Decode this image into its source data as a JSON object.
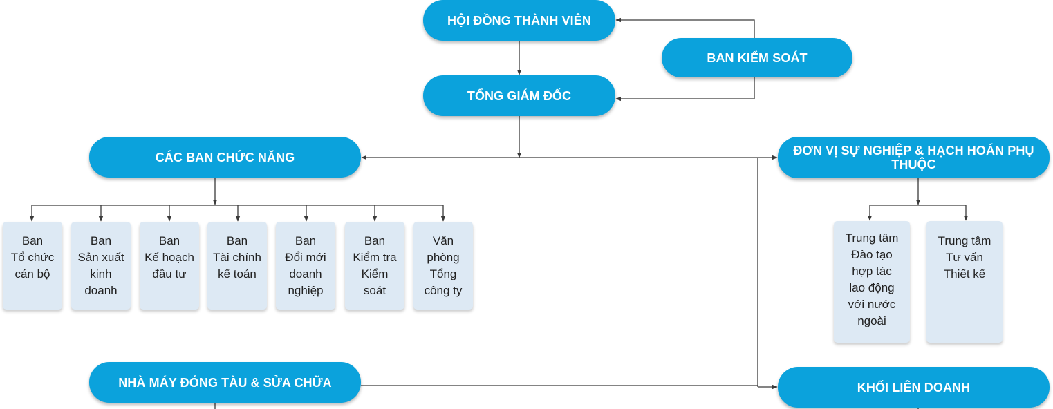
{
  "colors": {
    "pill_fill": "#0ba2dc",
    "pill_text": "#ffffff",
    "card_fill": "#dde9f4",
    "card_text": "#222222",
    "connector": "#3a3a3a"
  },
  "nodes": {
    "members_council": "HỘI ĐỒNG THÀNH VIÊN",
    "supervisory_board": "BAN KIỂM SOÁT",
    "general_director": "TỔNG GIÁM ĐỐC",
    "functional_departments": "CÁC BAN CHỨC NĂNG",
    "dependent_units": "ĐƠN VỊ SỰ NGHIỆP & HẠCH HOÁN PHỤ THUỘC",
    "shipyard": "NHÀ MÁY ĐÓNG TÀU & SỬA CHỮA",
    "joint_ventures": "KHỐI LIÊN DOANH"
  },
  "departments": [
    "Ban\nTổ chức\ncán bộ",
    "Ban\nSản xuất\nkinh\ndoanh",
    "Ban\nKế hoạch\nđầu tư",
    "Ban\nTài chính\nkế toán",
    "Ban\nĐổi mới\ndoanh\nnghiệp",
    "Ban\nKiểm tra\nKiểm\nsoát",
    "Văn\nphòng\nTổng\ncông ty"
  ],
  "units": [
    "Trung tâm\nĐào tạo\nhợp tác\nlao động\nvới nước\nngoài",
    "Trung tâm\nTư vấn\nThiết kế"
  ]
}
